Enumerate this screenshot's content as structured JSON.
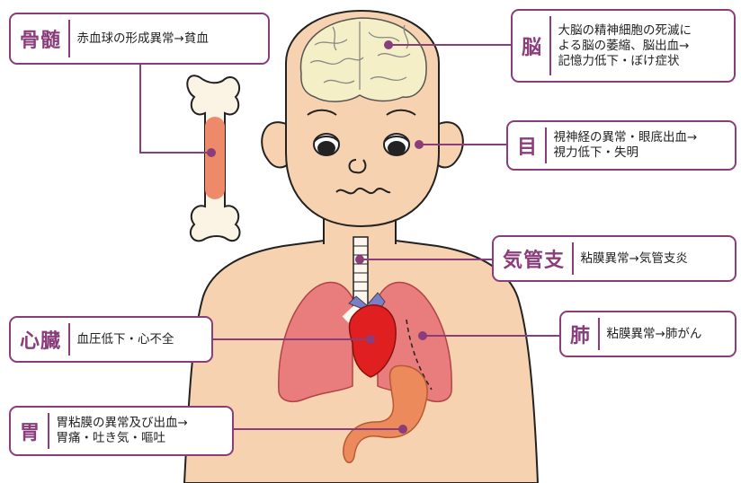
{
  "labels": {
    "bone_marrow": {
      "title": "骨髄",
      "lines": [
        "赤血球の形成異常→貧血"
      ]
    },
    "brain": {
      "title": "脳",
      "lines": [
        "大脳の精神細胞の死滅に",
        "よる脳の萎縮、脳出血→",
        "記憶力低下・ぼけ症状"
      ]
    },
    "eye": {
      "title": "目",
      "lines": [
        "視神経の異常・眼底出血→",
        "視力低下・失明"
      ]
    },
    "bronchus": {
      "title": "気管支",
      "lines": [
        "粘膜異常→気管支炎"
      ]
    },
    "heart": {
      "title": "心臓",
      "lines": [
        "血圧低下・心不全"
      ]
    },
    "lung": {
      "title": "肺",
      "lines": [
        "粘膜異常→肺がん"
      ]
    },
    "stomach": {
      "title": "胃",
      "lines": [
        "胃粘膜の異常及び出血→",
        "胃痛・吐き気・嘔吐"
      ]
    }
  },
  "colors": {
    "accent": "#8a3d7a",
    "skin": "#f7d2b0",
    "lung": "#e97d7d",
    "heart": "#e02020",
    "stomach": "#ec8a5c",
    "brain": "#f4efc6"
  }
}
